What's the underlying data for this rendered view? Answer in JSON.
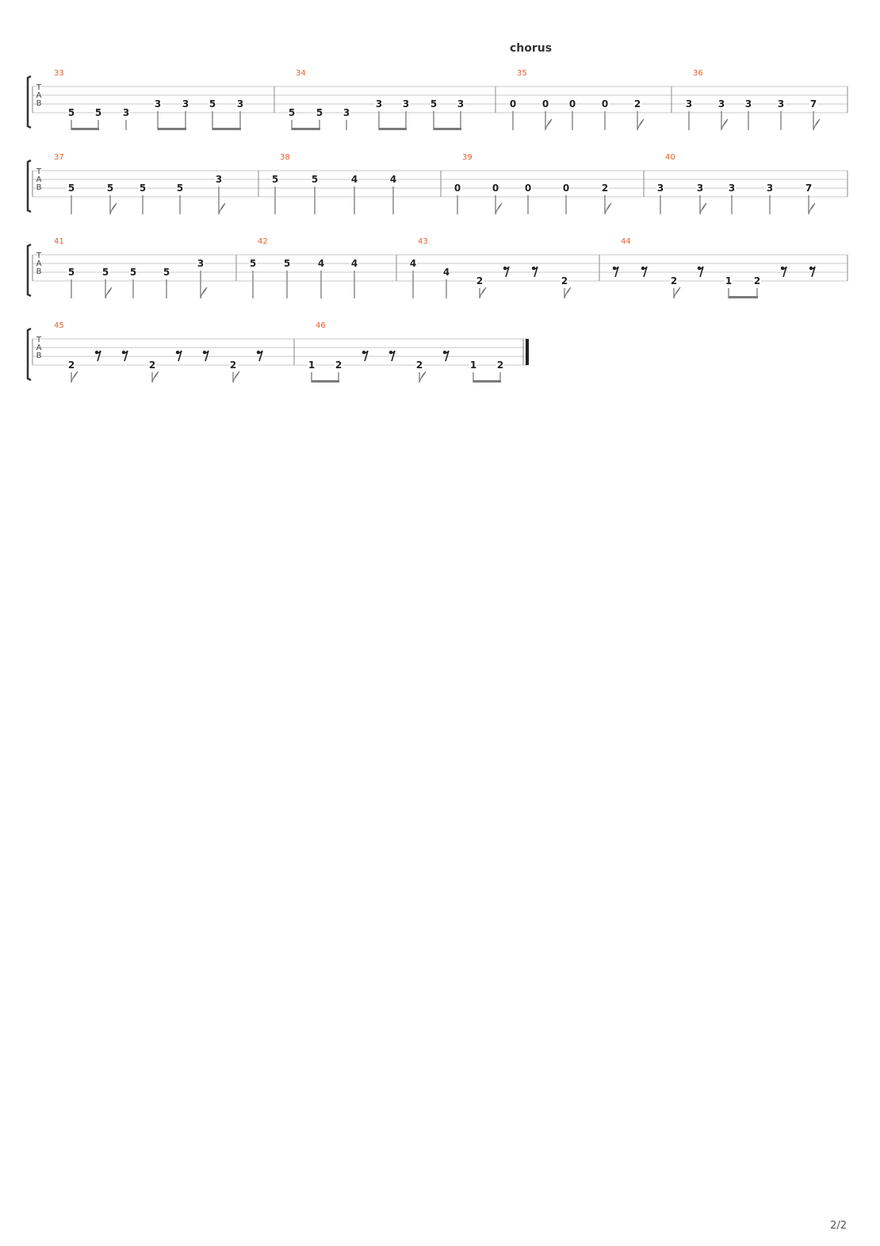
{
  "section_label": "chorus",
  "page_number": "2/2",
  "clef_letters": [
    "T",
    "A",
    "B"
  ],
  "systems": [
    {
      "measures": [
        {
          "number": "33",
          "beats": [
            {
              "fret": "5",
              "string": 3,
              "dur": "beam8"
            },
            {
              "fret": "5",
              "string": 3,
              "dur": "beam8"
            },
            {
              "fret": "3",
              "string": 3,
              "dur": "q"
            },
            {
              "fret": "3",
              "string": 2,
              "dur": "beam8"
            },
            {
              "fret": "3",
              "string": 2,
              "dur": "beam8"
            },
            {
              "fret": "5",
              "string": 2,
              "dur": "beam8"
            },
            {
              "fret": "3",
              "string": 2,
              "dur": "beam8"
            }
          ]
        },
        {
          "number": "34",
          "beats": [
            {
              "fret": "5",
              "string": 3,
              "dur": "beam8"
            },
            {
              "fret": "5",
              "string": 3,
              "dur": "beam8"
            },
            {
              "fret": "3",
              "string": 3,
              "dur": "q"
            },
            {
              "fret": "3",
              "string": 2,
              "dur": "beam8"
            },
            {
              "fret": "3",
              "string": 2,
              "dur": "beam8"
            },
            {
              "fret": "5",
              "string": 2,
              "dur": "beam8"
            },
            {
              "fret": "3",
              "string": 2,
              "dur": "beam8"
            }
          ]
        },
        {
          "number": "35",
          "beats": [
            {
              "fret": "0",
              "string": 2,
              "dur": "q"
            },
            {
              "fret": "0",
              "string": 2,
              "dur": "8"
            },
            {
              "fret": "0",
              "string": 2,
              "dur": "q"
            },
            {
              "fret": "0",
              "string": 2,
              "dur": "q"
            },
            {
              "fret": "2",
              "string": 2,
              "dur": "8"
            }
          ]
        },
        {
          "number": "36",
          "beats": [
            {
              "fret": "3",
              "string": 2,
              "dur": "q"
            },
            {
              "fret": "3",
              "string": 2,
              "dur": "8"
            },
            {
              "fret": "3",
              "string": 2,
              "dur": "q"
            },
            {
              "fret": "3",
              "string": 2,
              "dur": "q"
            },
            {
              "fret": "7",
              "string": 2,
              "dur": "8"
            }
          ]
        }
      ]
    },
    {
      "measures": [
        {
          "number": "37",
          "beats": [
            {
              "fret": "5",
              "string": 2,
              "dur": "q"
            },
            {
              "fret": "5",
              "string": 2,
              "dur": "8"
            },
            {
              "fret": "5",
              "string": 2,
              "dur": "q"
            },
            {
              "fret": "5",
              "string": 2,
              "dur": "q"
            },
            {
              "fret": "3",
              "string": 1,
              "dur": "8"
            }
          ]
        },
        {
          "number": "38",
          "beats": [
            {
              "fret": "5",
              "string": 1,
              "dur": "q"
            },
            {
              "fret": "5",
              "string": 1,
              "dur": "q"
            },
            {
              "fret": "4",
              "string": 1,
              "dur": "q"
            },
            {
              "fret": "4",
              "string": 1,
              "dur": "q"
            }
          ]
        },
        {
          "number": "39",
          "beats": [
            {
              "fret": "0",
              "string": 2,
              "dur": "q"
            },
            {
              "fret": "0",
              "string": 2,
              "dur": "8"
            },
            {
              "fret": "0",
              "string": 2,
              "dur": "q"
            },
            {
              "fret": "0",
              "string": 2,
              "dur": "q"
            },
            {
              "fret": "2",
              "string": 2,
              "dur": "8"
            }
          ]
        },
        {
          "number": "40",
          "beats": [
            {
              "fret": "3",
              "string": 2,
              "dur": "q"
            },
            {
              "fret": "3",
              "string": 2,
              "dur": "8"
            },
            {
              "fret": "3",
              "string": 2,
              "dur": "q"
            },
            {
              "fret": "3",
              "string": 2,
              "dur": "q"
            },
            {
              "fret": "7",
              "string": 2,
              "dur": "8"
            }
          ]
        }
      ]
    },
    {
      "measures": [
        {
          "number": "41",
          "beats": [
            {
              "fret": "5",
              "string": 2,
              "dur": "q"
            },
            {
              "fret": "5",
              "string": 2,
              "dur": "8"
            },
            {
              "fret": "5",
              "string": 2,
              "dur": "q"
            },
            {
              "fret": "5",
              "string": 2,
              "dur": "q"
            },
            {
              "fret": "3",
              "string": 1,
              "dur": "8"
            }
          ]
        },
        {
          "number": "42",
          "beats": [
            {
              "fret": "5",
              "string": 1,
              "dur": "q"
            },
            {
              "fret": "5",
              "string": 1,
              "dur": "q"
            },
            {
              "fret": "4",
              "string": 1,
              "dur": "q"
            },
            {
              "fret": "4",
              "string": 1,
              "dur": "q"
            }
          ]
        },
        {
          "number": "43",
          "beats": [
            {
              "fret": "4",
              "string": 1,
              "dur": "q"
            },
            {
              "fret": "4",
              "string": 2,
              "dur": "q"
            },
            {
              "fret": "2",
              "string": 3,
              "dur": "8"
            },
            {
              "rest": true
            },
            {
              "rest": true
            },
            {
              "fret": "2",
              "string": 3,
              "dur": "8"
            }
          ]
        },
        {
          "number": "44",
          "beats": [
            {
              "rest": true
            },
            {
              "rest": true
            },
            {
              "fret": "2",
              "string": 3,
              "dur": "8"
            },
            {
              "rest": true
            },
            {
              "fret": "1",
              "string": 3,
              "dur": "beam8"
            },
            {
              "fret": "2",
              "string": 3,
              "dur": "beam8"
            },
            {
              "rest": true
            },
            {
              "rest": true
            }
          ]
        }
      ]
    },
    {
      "measures": [
        {
          "number": "45",
          "beats": [
            {
              "fret": "2",
              "string": 3,
              "dur": "8"
            },
            {
              "rest": true
            },
            {
              "rest": true
            },
            {
              "fret": "2",
              "string": 3,
              "dur": "8"
            },
            {
              "rest": true
            },
            {
              "rest": true
            },
            {
              "fret": "2",
              "string": 3,
              "dur": "8"
            },
            {
              "rest": true
            }
          ]
        },
        {
          "number": "46",
          "beats": [
            {
              "fret": "1",
              "string": 3,
              "dur": "beam8"
            },
            {
              "fret": "2",
              "string": 3,
              "dur": "beam8"
            },
            {
              "rest": true
            },
            {
              "rest": true
            },
            {
              "fret": "2",
              "string": 3,
              "dur": "8"
            },
            {
              "rest": true
            },
            {
              "fret": "1",
              "string": 3,
              "dur": "beam8"
            },
            {
              "fret": "2",
              "string": 3,
              "dur": "beam8"
            }
          ]
        }
      ]
    }
  ],
  "colors": {
    "measure_number": "#e8602c",
    "staff_line": "#c8c8c8",
    "barline": "#8a8a8a",
    "stem": "#7a7a7a",
    "fret_text": "#222222",
    "bracket": "#333333"
  }
}
